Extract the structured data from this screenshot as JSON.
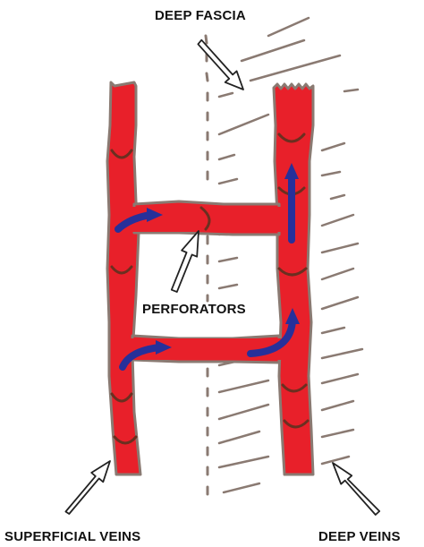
{
  "labels": {
    "deep_fascia": "DEEP FASCIA",
    "perforators": "PERFORATORS",
    "superficial_veins": "SUPERFICIAL VEINS",
    "deep_veins": "DEEP VEINS"
  },
  "colors": {
    "vein": "#e8202a",
    "vein_outline": "#8a7a72",
    "valve": "#6b2f20",
    "flow_arrow": "#27309a",
    "fascia": "#8a7a72",
    "pointer_arrow": "#222222"
  }
}
